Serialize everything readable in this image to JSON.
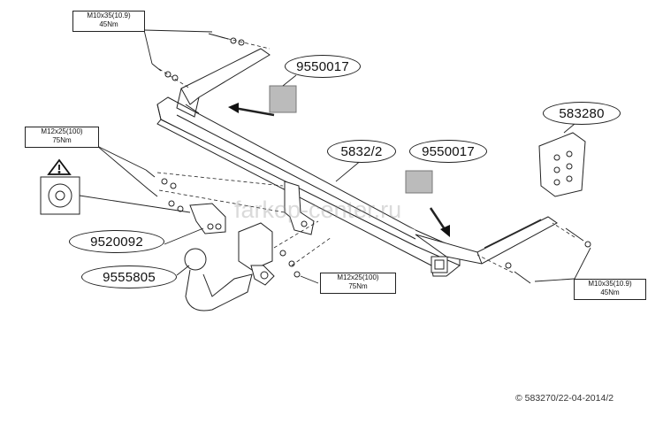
{
  "torque_labels": {
    "top_left": {
      "line1": "M10x35(10.9)",
      "line2": "45Nm"
    },
    "left": {
      "line1": "M12x25(100)",
      "line2": "75Nm"
    },
    "center": {
      "line1": "M12x25(100)",
      "line2": "75Nm"
    },
    "bottom_right": {
      "line1": "M10x35(10.9)",
      "line2": "45Nm"
    }
  },
  "part_numbers": {
    "bracket_left": "9550017",
    "bracket_right": "9550017",
    "main_beam": "5832/2",
    "electric_kit": "583280",
    "towball_holder": "9520092",
    "towball": "9555805"
  },
  "warning_icon": "warning-triangle-icon",
  "watermark": "farkop-center.ru",
  "copyright": "© 583270/22-04-2014/2"
}
